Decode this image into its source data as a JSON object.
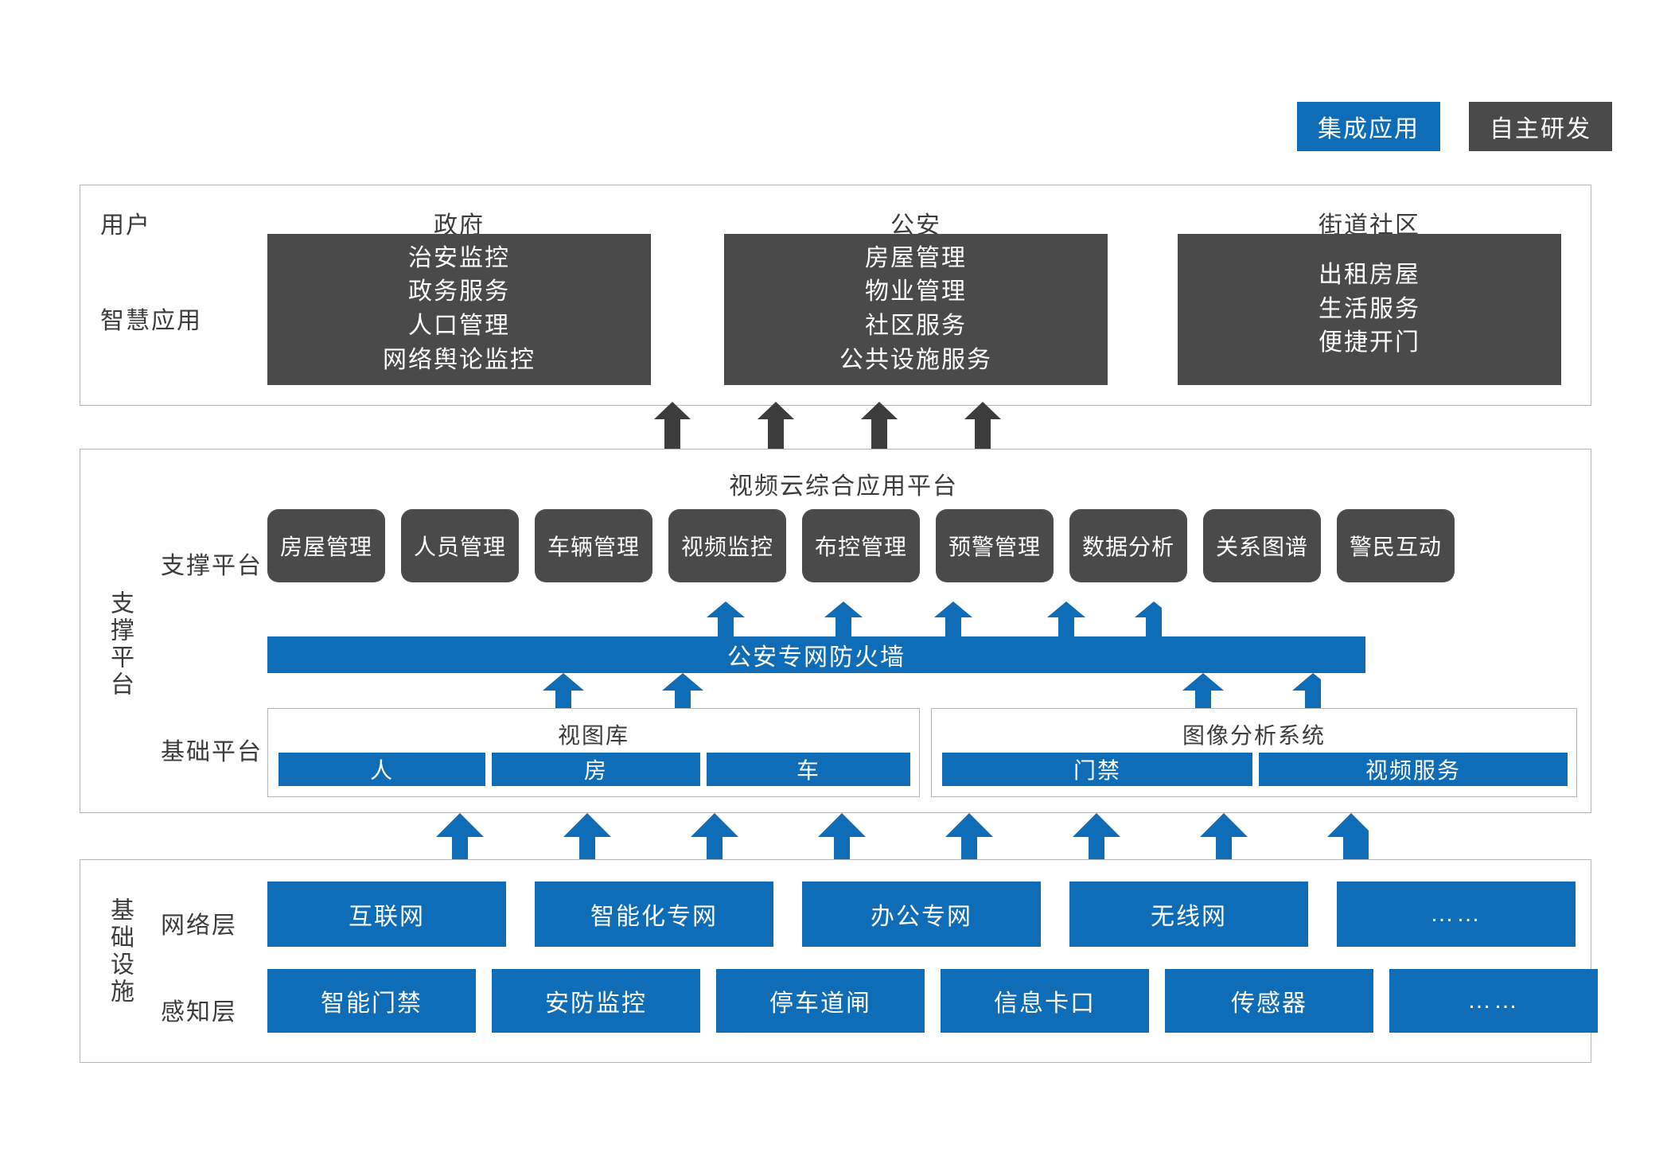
{
  "legend": {
    "items": [
      {
        "label": "集成应用",
        "color": "#0F6CB6",
        "name": "legend-integrated-app"
      },
      {
        "label": "自主研发",
        "color": "#4A4A4A",
        "name": "legend-self-developed"
      }
    ]
  },
  "colors": {
    "blue": "#0F6CB6",
    "dark_gray": "#4A4A4A",
    "border_gray": "#b5b5b5",
    "text": "#3c3c3c"
  },
  "application_layer": {
    "row_labels": [
      "用户",
      "智慧应用"
    ],
    "columns": [
      {
        "title": "政府",
        "items": [
          "治安监控",
          "政务服务",
          "人口管理",
          "网络舆论监控"
        ]
      },
      {
        "title": "公安",
        "items": [
          "房屋管理",
          "物业管理",
          "社区服务",
          "公共设施服务"
        ]
      },
      {
        "title": "街道社区",
        "items": [
          "出租房屋",
          "生活服务",
          "便捷开门"
        ]
      }
    ]
  },
  "platform_layer": {
    "side_label": "支撑平台",
    "title": "视频云综合应用平台",
    "support_row_label": "支撑平台",
    "modules": [
      "房屋管理",
      "人员管理",
      "车辆管理",
      "视频监控",
      "布控管理",
      "预警管理",
      "数据分析",
      "关系图谱",
      "警民互动"
    ],
    "firewall": "公安专网防火墙",
    "base_row_label": "基础平台",
    "base_groups": [
      {
        "title": "视图库",
        "items": [
          "人",
          "房",
          "车"
        ]
      },
      {
        "title": "图像分析系统",
        "items": [
          "门禁",
          "视频服务"
        ]
      }
    ]
  },
  "infrastructure_layer": {
    "side_label": "基础设施",
    "rows": [
      {
        "label": "网络层",
        "items": [
          "互联网",
          "智能化专网",
          "办公专网",
          "无线网",
          "……"
        ]
      },
      {
        "label": "感知层",
        "items": [
          "智能门禁",
          "安防监控",
          "停车道闸",
          "信息卡口",
          "传感器",
          "……"
        ]
      }
    ]
  }
}
